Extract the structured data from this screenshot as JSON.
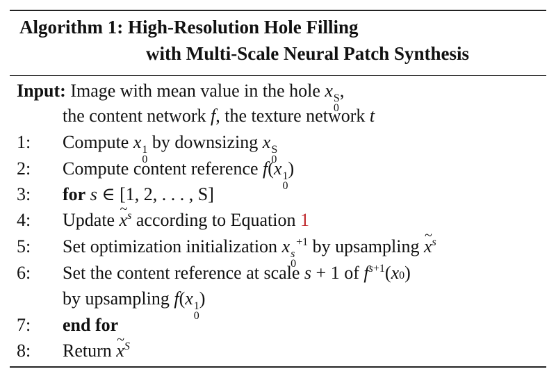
{
  "algorithm": {
    "label": "Algorithm 1:",
    "title_line1": "High-Resolution Hole Filling",
    "title_line2": "with Multi-Scale Neural Patch Synthesis"
  },
  "input": {
    "label": "Input:",
    "line1_text": "Image with mean value in the hole",
    "line2_a": "the content network",
    "line2_b": ", the texture network"
  },
  "steps": [
    {
      "num": "1:",
      "a": "Compute",
      "b": "by downsizing"
    },
    {
      "num": "2:",
      "a": "Compute content reference"
    },
    {
      "num": "3:",
      "a": "for",
      "b": "[1, 2, . . . , S]"
    },
    {
      "num": "4:",
      "a": "Update",
      "b": "according to Equation",
      "ref": "1"
    },
    {
      "num": "5:",
      "a": "Set optimization initialization",
      "b": "by upsampling"
    },
    {
      "num": "6:",
      "a": "Set the content reference at scale",
      "b": "of",
      "c": "by upsampling"
    },
    {
      "num": "7:",
      "a": "end for"
    },
    {
      "num": "8:",
      "a": "Return"
    }
  ]
}
